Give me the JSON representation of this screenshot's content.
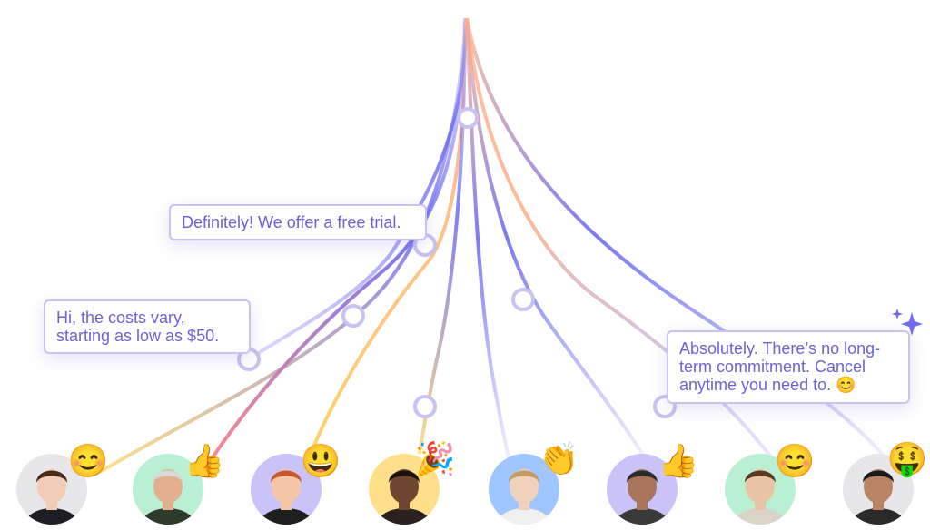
{
  "bubbles": {
    "trial": "Definitely! We offer a free trial.",
    "costs_line1": "Hi, the costs vary,",
    "costs_line2": "starting as low as $50.",
    "commit_line1": "Absolutely. There’s no long-",
    "commit_line2": "term commitment. Cancel",
    "commit_line3": "anytime you need to. 😊"
  },
  "people": [
    {
      "reaction": "😊",
      "bg": "#e7e7ea",
      "skin": "#f1cdb5",
      "hair": "#4a2c1d",
      "shirt": "#1e1e24"
    },
    {
      "reaction": "👍",
      "bg": "#b9f0d3",
      "skin": "#e2b08f",
      "hair": "#d9d9d9",
      "shirt": "#2f3b2a"
    },
    {
      "reaction": "😃",
      "bg": "#c9c3f7",
      "skin": "#f3c6a8",
      "hair": "#c65a2e",
      "shirt": "#1f1f1f"
    },
    {
      "reaction": "🎉",
      "bg": "#ffe08a",
      "skin": "#6e4631",
      "hair": "#1b120c",
      "shirt": "#2a2220"
    },
    {
      "reaction": "👏",
      "bg": "#9fc6ff",
      "skin": "#f0d2bc",
      "hair": "#c29a63",
      "shirt": "#f0f0f0"
    },
    {
      "reaction": "👍",
      "bg": "#c9c3f7",
      "skin": "#a8745a",
      "hair": "#2b2b2b",
      "shirt": "#3a3a3a"
    },
    {
      "reaction": "😊",
      "bg": "#b9f0d3",
      "skin": "#e9c3a6",
      "hair": "#5a3a22",
      "shirt": "#d8d4c8"
    },
    {
      "reaction": "🤑",
      "bg": "#e7e7ea",
      "skin": "#b98466",
      "hair": "#1a1a1a",
      "shirt": "#2a2a2a"
    }
  ],
  "colors": {
    "accent": "#6b63d6",
    "line_violet": "#6f6cf0",
    "line_orange": "#ffb38a",
    "line_yellow": "#ffe08a",
    "bubble_border": "#c8c3f0"
  }
}
